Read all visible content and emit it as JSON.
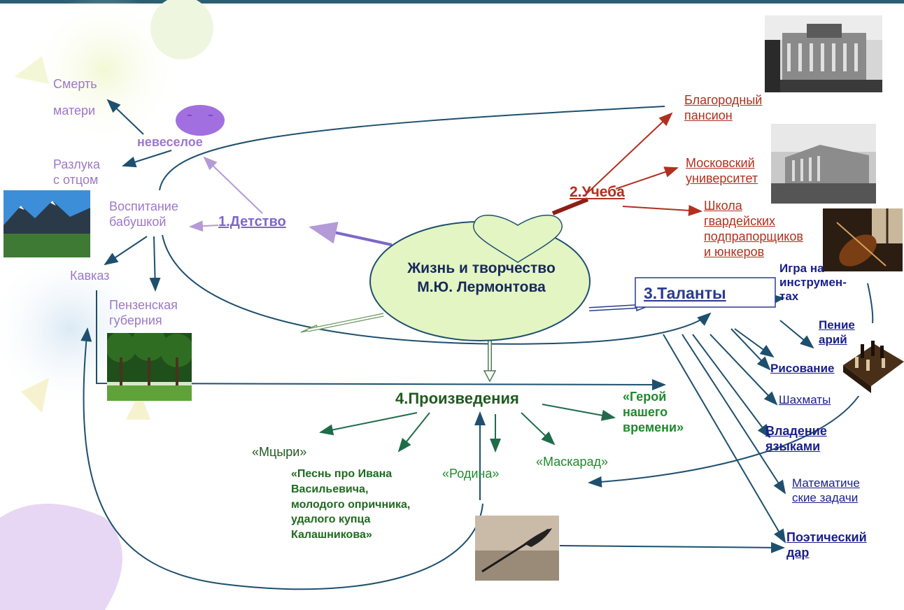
{
  "center": {
    "line1": "Жизнь и творчество",
    "line2": "М.Ю. Лермонтова"
  },
  "branches": {
    "childhood": {
      "title": "1.Детство",
      "mood": "невеселое",
      "death": [
        "Смерть",
        "матери"
      ],
      "separation": [
        "Разлука",
        "с отцом"
      ],
      "upbringing": [
        "Воспитание",
        "бабушкой"
      ],
      "caucasus": "Кавказ",
      "penza": [
        "Пензенская",
        "губерния"
      ]
    },
    "study": {
      "title": "2.Учеба",
      "pension": [
        "Благородный",
        "пансион"
      ],
      "university": [
        "Московский",
        "университет"
      ],
      "school": [
        "Школа",
        "гвардейских",
        "подпрапорщиков",
        "и юнкеров"
      ]
    },
    "talents": {
      "title": "3.Таланты",
      "music": [
        "Игра на",
        "инструмен-",
        "тах"
      ],
      "singing": [
        "Пение",
        "арий"
      ],
      "drawing": "Рисование",
      "chess": "Шахматы",
      "languages": [
        "Владение",
        "языками"
      ],
      "math": [
        "Математиче",
        "ские задачи"
      ],
      "poetry": [
        "Поэтический",
        "дар"
      ]
    },
    "works": {
      "title": "4.Произведения",
      "hero": [
        "«Герой",
        "нашего",
        "времени»"
      ],
      "mtsyri": "«Мцыри»",
      "song": [
        "«Песнь про Ивана",
        "Васильевича,",
        "молодого опричника,",
        "удалого купца",
        "Калашникова»"
      ],
      "rodina": "«Родина»",
      "maskarad": "«Маскарад»"
    }
  },
  "icons": {
    "pension": "building-photo-icon",
    "university": "university-photo-icon",
    "violin": "violin-photo-icon",
    "chess": "chessboard-photo-icon",
    "mountains": "mountains-photo-icon",
    "forest": "forest-photo-icon",
    "quill": "quill-photo-icon"
  },
  "colors": {
    "purple": "#9d78c9",
    "red": "#b0301f",
    "navy": "#1a1f8a",
    "green": "#1f8a2e",
    "line": "#1e4f6e",
    "center_fill": "#e2f5c2"
  }
}
